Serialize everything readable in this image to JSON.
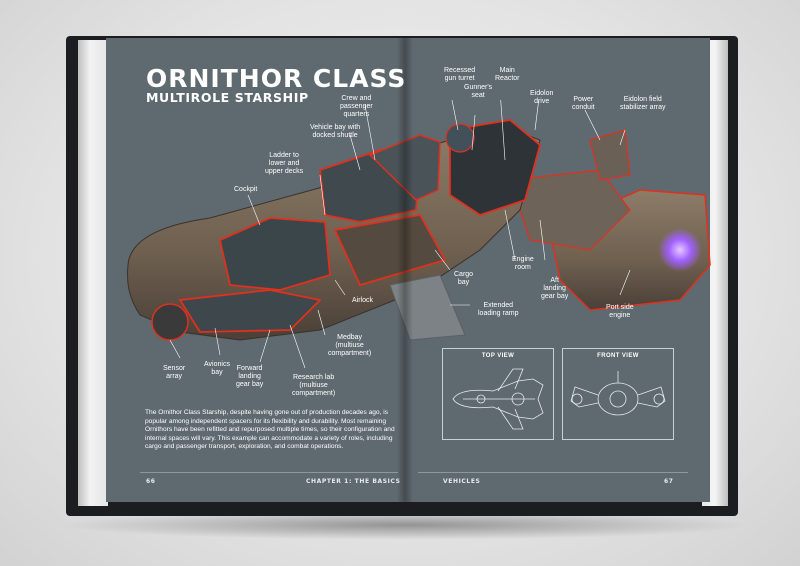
{
  "left_page": {
    "title": "ORNITHOR CLASS",
    "subtitle": "MULTIROLE STARSHIP",
    "body": "The Ornithor Class Starship, despite having gone out of production decades ago, is popular among independent spacers for its flexibility and durability. Most remaining Ornithors have been refitted and repurposed multiple times, so their configuration and internal spaces will vary. This example can accommodate a variety of roles, including cargo and passenger transport, exploration, and combat operations.",
    "page_number": "66",
    "footer": "CHAPTER 1: THE BASICS"
  },
  "right_page": {
    "page_number": "67",
    "footer": "VEHICLES",
    "top_view_title": "TOP VIEW",
    "front_view_title": "FRONT VIEW"
  },
  "callouts": {
    "crew_quarters": "Crew and\npassenger\nquarters",
    "vehicle_bay": "Vehicle bay with\ndocked shuttle",
    "ladder": "Ladder to\nlower and\nupper decks",
    "cockpit": "Cockpit",
    "recessed_turret": "Recessed\ngun turret",
    "gunners_seat": "Gunner's\nseat",
    "main_reactor": "Main\nReactor",
    "eidolon_drive": "Eidolon\ndrive",
    "power_conduit": "Power\nconduit",
    "stabilizer": "Eidolon field\nstabilizer array",
    "cargo_bay": "Cargo\nbay",
    "engine_room": "Engine\nroom",
    "aft_landing": "Aft\nlanding\ngear bay",
    "loading_ramp": "Extended\nloading ramp",
    "port_engine": "Port side\nengine",
    "airlock": "Airlock",
    "medbay": "Medbay\n(multiuse\ncompartment)",
    "sensor_array": "Sensor\narray",
    "avionics_bay": "Avionics\nbay",
    "forward_landing": "Forward\nlanding\ngear bay",
    "research_lab": "Research lab\n(multiuse\ncompartment)"
  },
  "colors": {
    "page_bg": "#5f6970",
    "hull": "#7a6a58",
    "highlight": "#e0301e",
    "glow": "#b070ff"
  }
}
